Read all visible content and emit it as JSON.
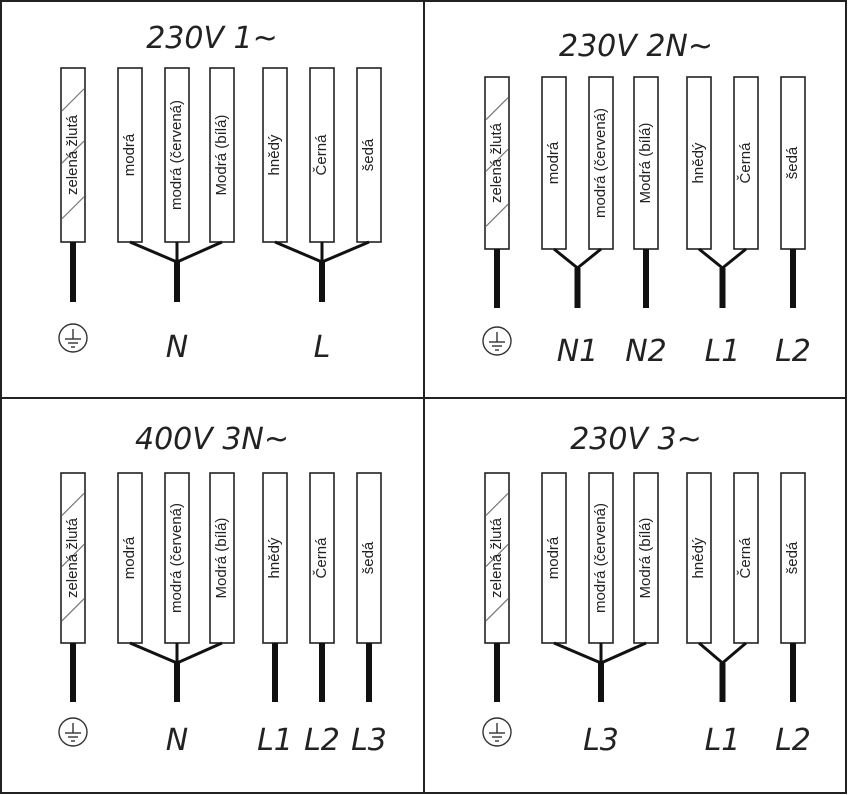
{
  "panels": [
    {
      "title": "230V 1~",
      "wires": [
        {
          "id": "pe",
          "label": "zelená žlutá",
          "earth": true
        },
        {
          "id": "w1",
          "label": "modrá"
        },
        {
          "id": "w2",
          "label": "modrá (červená)"
        },
        {
          "id": "w3",
          "label": "Modrá (bílá)"
        },
        {
          "id": "w4",
          "label": "hnědý"
        },
        {
          "id": "w5",
          "label": "Černá"
        },
        {
          "id": "w6",
          "label": "šedá"
        }
      ],
      "groups": [
        {
          "wires": [
            1,
            2,
            3
          ],
          "label": "N"
        },
        {
          "wires": [
            4,
            5,
            6
          ],
          "label": "L"
        }
      ]
    },
    {
      "title": "230V 2N~",
      "wires": [
        {
          "id": "pe",
          "label": "zelená žlutá",
          "earth": true
        },
        {
          "id": "w1",
          "label": "modrá"
        },
        {
          "id": "w2",
          "label": "modrá (červená)"
        },
        {
          "id": "w3",
          "label": "Modrá (bílá)"
        },
        {
          "id": "w4",
          "label": "hnědý"
        },
        {
          "id": "w5",
          "label": "Černá"
        },
        {
          "id": "w6",
          "label": "šedá"
        }
      ],
      "groups": [
        {
          "wires": [
            1,
            2
          ],
          "label": "N1"
        },
        {
          "wires": [
            3
          ],
          "label": "N2"
        },
        {
          "wires": [
            4,
            5
          ],
          "label": "L1"
        },
        {
          "wires": [
            6
          ],
          "label": "L2"
        }
      ]
    },
    {
      "title": "400V 3N~",
      "wires": [
        {
          "id": "pe",
          "label": "zelená žlutá",
          "earth": true
        },
        {
          "id": "w1",
          "label": "modrá"
        },
        {
          "id": "w2",
          "label": "modrá (červená)"
        },
        {
          "id": "w3",
          "label": "Modrá (bílá)"
        },
        {
          "id": "w4",
          "label": "hnědý"
        },
        {
          "id": "w5",
          "label": "Černá"
        },
        {
          "id": "w6",
          "label": "šedá"
        }
      ],
      "groups": [
        {
          "wires": [
            1,
            2,
            3
          ],
          "label": "N"
        },
        {
          "wires": [
            4
          ],
          "label": "L1"
        },
        {
          "wires": [
            5
          ],
          "label": "L2"
        },
        {
          "wires": [
            6
          ],
          "label": "L3"
        }
      ]
    },
    {
      "title": "230V 3~",
      "wires": [
        {
          "id": "pe",
          "label": "zelená žlutá",
          "earth": true
        },
        {
          "id": "w1",
          "label": "modrá"
        },
        {
          "id": "w2",
          "label": "modrá (červená)"
        },
        {
          "id": "w3",
          "label": "Modrá (bílá)"
        },
        {
          "id": "w4",
          "label": "hnědý"
        },
        {
          "id": "w5",
          "label": "Černá"
        },
        {
          "id": "w6",
          "label": "šedá"
        }
      ],
      "groups": [
        {
          "wires": [
            1,
            2,
            3
          ],
          "label": "L3"
        },
        {
          "wires": [
            4,
            5
          ],
          "label": "L1"
        },
        {
          "wires": [
            6
          ],
          "label": "L2"
        }
      ]
    }
  ]
}
